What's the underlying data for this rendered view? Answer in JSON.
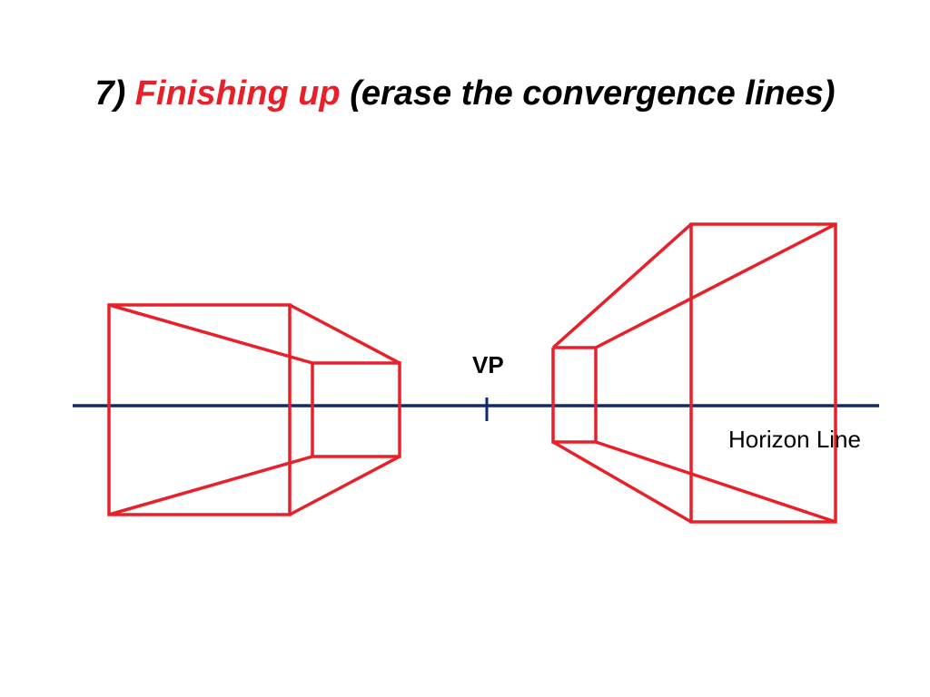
{
  "title": {
    "prefix": "7) ",
    "highlight": "Finishing up",
    "suffix": " (erase the convergence lines)"
  },
  "labels": {
    "vanishing_point": "VP",
    "horizon_line": "Horizon Line"
  },
  "colors": {
    "outline": "#e8202a",
    "horizon": "#102a6b",
    "title_accent": "#e8202a",
    "text": "#000000"
  }
}
